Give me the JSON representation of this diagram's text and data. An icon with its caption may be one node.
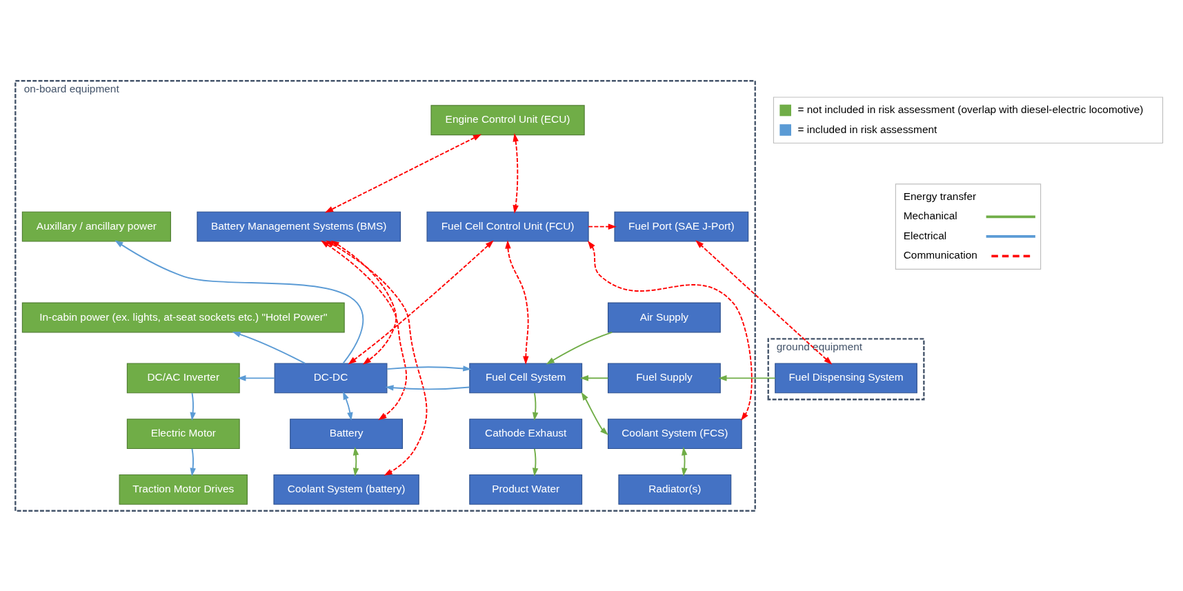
{
  "diagram": {
    "nodes": [
      {
        "text": [
          "on-board equipment"
        ]
      },
      {
        "text": [
          "ground equipment"
        ]
      },
      {
        "text": [
          "Fuel Dispensing System"
        ],
        "in": 1
      },
      {
        "text": [
          "Engine Control Unit (ECU)"
        ],
        "in": 0
      },
      {
        "text": [
          "Fuel Port (SAE J-Port)"
        ],
        "in": 0
      },
      {
        "text": [
          "Fuel Cell Control Unit (FCU)"
        ],
        "in": 0
      },
      {
        "text": [
          "Battery Management Systems (BMS)"
        ],
        "in": 0
      },
      {
        "text": [
          "Auxillary / ancillary power"
        ],
        "in": 0
      },
      {
        "text": [
          "In-cabin power (ex. lights, at-seat sockets etc.) \"Hotel Power\""
        ],
        "in": 0
      },
      {
        "text": [
          "Air Supply"
        ],
        "in": 0
      },
      {
        "text": [
          "Fuel Cell System"
        ],
        "in": 0
      },
      {
        "text": [
          "DC-DC"
        ],
        "in": 0
      },
      {
        "text": [
          "Fuel Supply"
        ],
        "in": 0
      },
      {
        "text": [
          "DC/AC Inverter"
        ],
        "in": 0
      },
      {
        "text": [
          "Coolant System (FCS)"
        ],
        "in": 0
      },
      {
        "text": [
          "Cathode Exhaust"
        ],
        "in": 0
      },
      {
        "text": [
          "Battery"
        ],
        "in": 0
      },
      {
        "text": [
          "Electric Motor"
        ],
        "in": 0
      },
      {
        "text": [
          "Radiator(s)"
        ],
        "in": 0
      },
      {
        "text": [
          "Product Water"
        ],
        "in": 0
      },
      {
        "text": [
          "Coolant System (battery)"
        ],
        "in": 0
      },
      {
        "text": [
          "Traction Motor Drives"
        ],
        "in": 0
      }
    ],
    "edges": [
      {
        "from": 2,
        "to": 4,
        "arrow": "both",
        "style": "dashed"
      },
      {
        "from": 5,
        "to": 4,
        "arrow": "to",
        "style": "dashed"
      },
      {
        "from": 3,
        "to": 5,
        "arrow": "both",
        "style": "dashed"
      },
      {
        "from": 3,
        "to": 6,
        "arrow": "both",
        "style": "dashed"
      },
      {
        "from": 5,
        "to": 10,
        "arrow": "both",
        "style": "dashed"
      },
      {
        "from": 5,
        "to": 14,
        "arrow": "both",
        "style": "dashed"
      },
      {
        "from": 5,
        "to": 11,
        "arrow": "both",
        "style": "dashed"
      },
      {
        "from": 6,
        "to": 20,
        "arrow": "both",
        "style": "dashed"
      },
      {
        "from": 6,
        "to": 11,
        "arrow": "both",
        "style": "dashed"
      },
      {
        "from": 6,
        "to": 16,
        "arrow": "both",
        "style": "dashed"
      },
      {
        "from": 2,
        "to": 12,
        "arrow": "to",
        "color": "#70ad47"
      },
      {
        "from": 9,
        "to": 10,
        "arrow": "to",
        "color": "#70ad47"
      },
      {
        "from": 12,
        "to": 10,
        "arrow": "to",
        "color": "#70ad47"
      },
      {
        "from": 14,
        "to": 10,
        "arrow": "both",
        "color": "#70ad47"
      },
      {
        "from": 10,
        "to": 15,
        "arrow": "to",
        "color": "#70ad47"
      },
      {
        "from": 15,
        "to": 19,
        "arrow": "to",
        "color": "#70ad47"
      },
      {
        "from": 14,
        "to": 18,
        "arrow": "both",
        "color": "#70ad47"
      },
      {
        "from": 16,
        "to": 20,
        "arrow": "both",
        "color": "#70ad47"
      },
      {
        "from": 10,
        "to": 11,
        "arrow": "to",
        "color": "#5b9bd5"
      },
      {
        "from": 11,
        "to": 10,
        "arrow": "to",
        "color": "#5b9bd5"
      },
      {
        "from": 11,
        "to": 7,
        "arrow": "to",
        "color": "#5b9bd5"
      },
      {
        "from": 11,
        "to": 8,
        "arrow": "to",
        "color": "#5b9bd5"
      },
      {
        "from": 11,
        "to": 13,
        "arrow": "to",
        "color": "#5b9bd5"
      },
      {
        "from": 11,
        "to": 16,
        "arrow": "both",
        "color": "#5b9bd5"
      },
      {
        "from": 13,
        "to": 17,
        "arrow": "to",
        "color": "#5b9bd5"
      },
      {
        "from": 17,
        "to": 21,
        "arrow": "to",
        "color": "#5b9bd5"
      }
    ],
    "labels": [
      "Energy transfer"
    ],
    "legend": [
      {
        "text": "= not included in risk assessment (overlap with diesel-electric locomotive)",
        "color": "#70ad47"
      },
      {
        "text": "= included in risk assessment",
        "color": "#5b9bd5"
      },
      {
        "text": "Mechanical"
      },
      {
        "text": "Electrical"
      },
      {
        "text": "Communication"
      }
    ]
  }
}
